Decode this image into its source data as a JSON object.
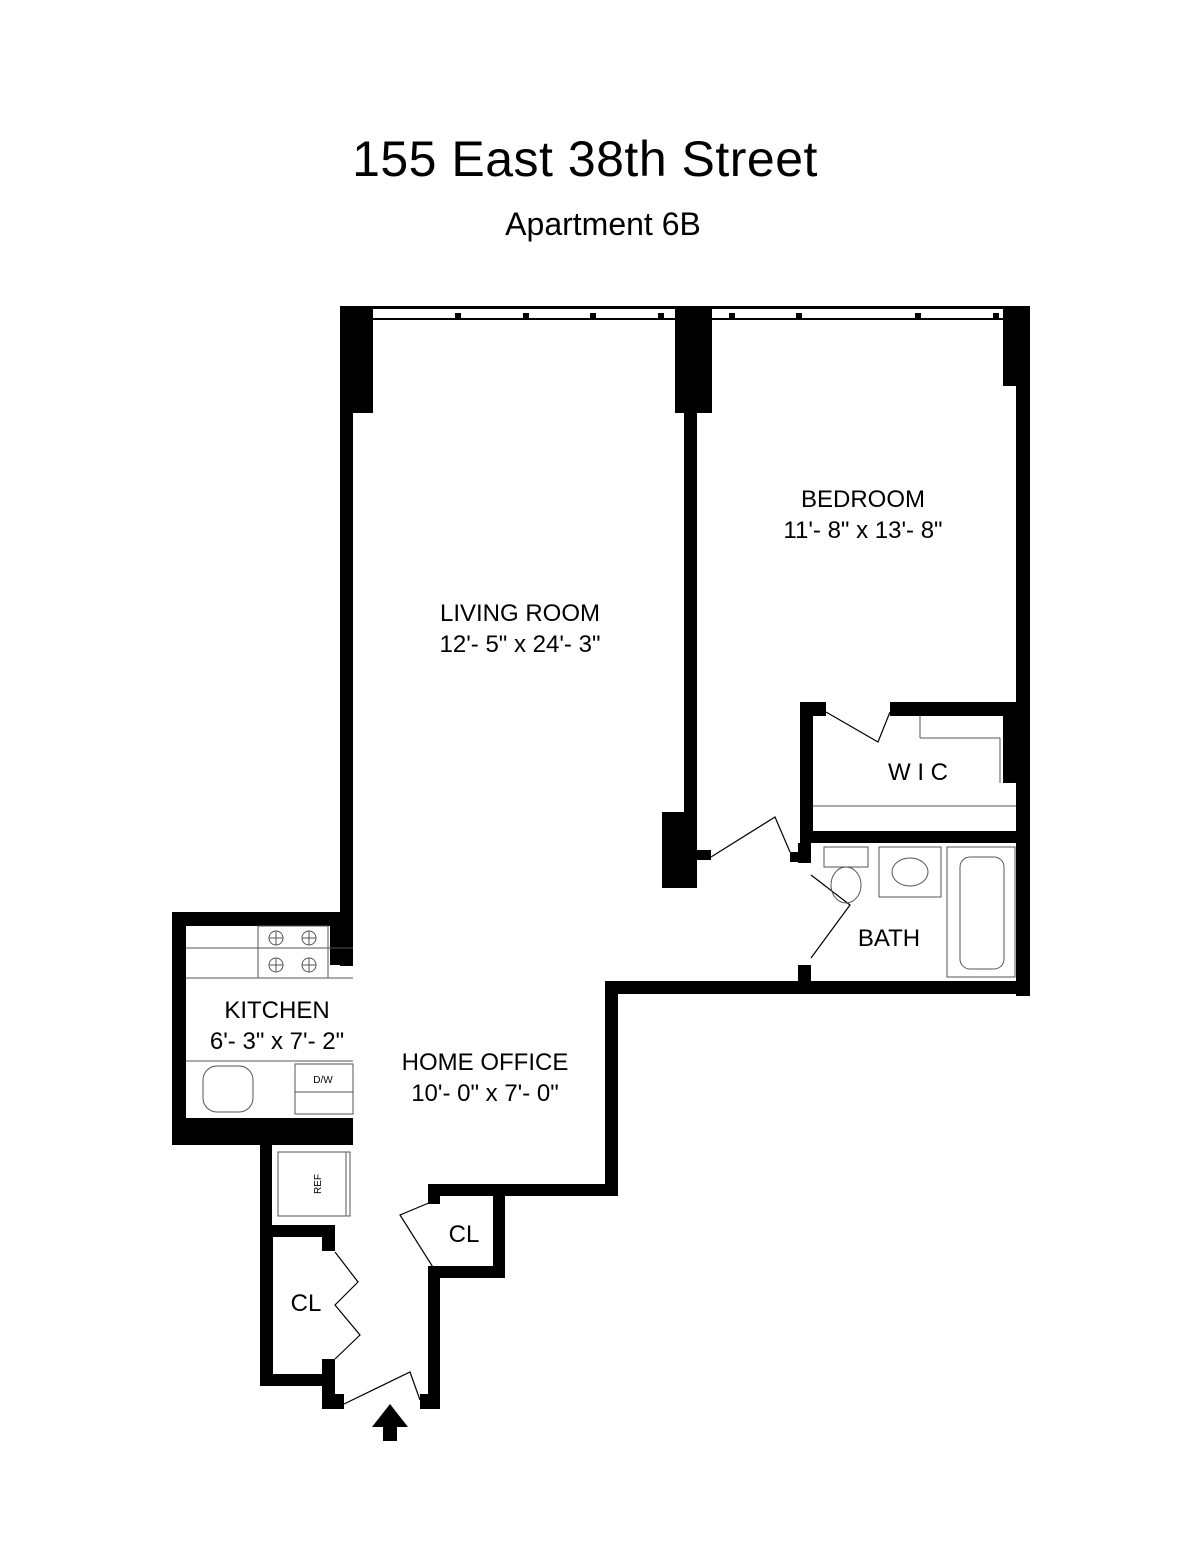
{
  "header": {
    "title": "155 East 38th Street",
    "subtitle": "Apartment 6B"
  },
  "rooms": {
    "living_room": {
      "name": "LIVING ROOM",
      "size": "12'- 5\" x 24'- 3\""
    },
    "bedroom": {
      "name": "BEDROOM",
      "size": "11'- 8\" x 13'- 8\""
    },
    "wic": {
      "name": "W I C"
    },
    "bath": {
      "name": "BATH"
    },
    "kitchen": {
      "name": "KITCHEN",
      "size": "6'- 3\" x 7'- 2\""
    },
    "home_office": {
      "name": "HOME OFFICE",
      "size": "10'- 0\" x 7'- 0\""
    },
    "closet_right": {
      "name": "CL"
    },
    "closet_left": {
      "name": "CL"
    }
  },
  "fixtures": {
    "dishwasher": "D/W",
    "refrigerator": "REF"
  },
  "icons": {
    "entry": "entry-arrow-icon",
    "stove": "stove-burner-icon",
    "toilet": "toilet-icon",
    "sink": "sink-icon",
    "tub": "bathtub-icon"
  },
  "colors": {
    "wall": "#000000",
    "background": "#ffffff",
    "fixture_line": "#555555"
  }
}
